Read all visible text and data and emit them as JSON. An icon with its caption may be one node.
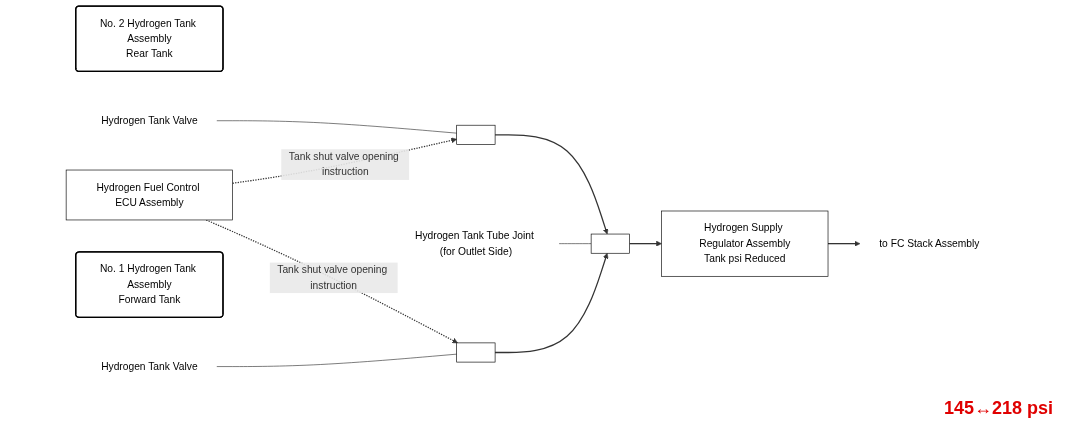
{
  "diagram": {
    "nodes": [
      {
        "text": [
          "No. 2 Hydrogen Tank Assembly",
          "Rear Tank"
        ]
      },
      {
        "text": [],
        "shape": "box"
      },
      {
        "text": [
          "Hydrogen Tank Valve"
        ]
      },
      {
        "text": [
          "Hydrogen Fuel Control ECU Assembly"
        ]
      },
      {
        "text": [],
        "shape": "box"
      },
      {
        "text": [
          "Hydrogen Tank Tube Joint (for Outlet Side)"
        ]
      },
      {
        "text": [
          "Hydrogen Supply Regulator Assembly",
          "Tank psi Reduced"
        ]
      },
      {
        "text": [
          "No. 1 Hydrogen Tank Assembly",
          "Forward Tank"
        ]
      },
      {
        "text": [],
        "shape": "box"
      },
      {
        "text": [
          "Hydrogen Tank Valve"
        ]
      },
      {
        "text": [
          "to FC Stack Assembly"
        ]
      }
    ],
    "edges": [
      {
        "from": 3,
        "to": 1,
        "arrow": "to",
        "style": "dashed",
        "label": "Tank shut valve opening instruction"
      },
      {
        "from": 3,
        "to": 8,
        "arrow": "to",
        "style": "dashed",
        "label": "Tank shut valve opening instruction"
      },
      {
        "from": 1,
        "to": 4,
        "arrow": "to"
      },
      {
        "from": 8,
        "to": 4,
        "arrow": "to"
      },
      {
        "from": 4,
        "to": 6,
        "arrow": "to"
      },
      {
        "from": 6,
        "to": 10,
        "arrow": "to"
      },
      {
        "from": 2,
        "to": 1,
        "arrow": "none"
      },
      {
        "from": 5,
        "to": 4,
        "arrow": "none"
      },
      {
        "from": 9,
        "to": 8,
        "arrow": "none"
      }
    ],
    "labels": [
      "145↔218 psi"
    ]
  }
}
